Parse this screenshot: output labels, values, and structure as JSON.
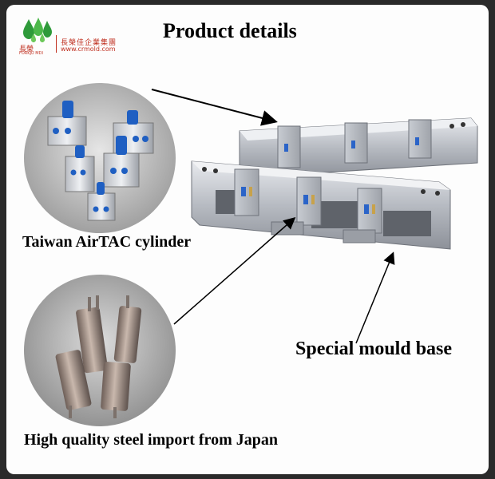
{
  "logo": {
    "short_name": "長榮",
    "short_name_en": "FORKJU MDI",
    "company": "長榮佳企業集團",
    "url": "www.crmold.com"
  },
  "header": {
    "title": "Product details"
  },
  "labels": {
    "cylinder": "Taiwan AirTAC cylinder",
    "mould_base": "Special mould base",
    "steel": "High quality steel import from Japan"
  },
  "colors": {
    "logo_green": "#2e9a3a",
    "logo_red": "#c03020",
    "cylinder_blue": "#1f5fc2"
  }
}
